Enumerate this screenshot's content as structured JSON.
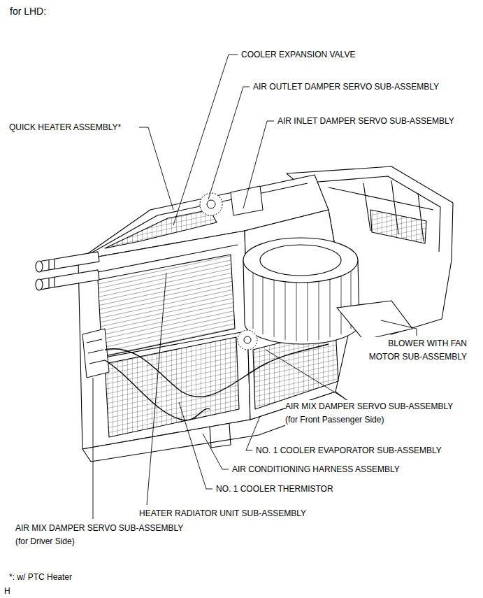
{
  "diagram": {
    "title": "for LHD:",
    "labels": [
      "COOLER EXPANSION VALVE",
      "AIR OUTLET DAMPER SERVO SUB-ASSEMBLY",
      "AIR INLET DAMPER SERVO SUB-ASSEMBLY",
      "QUICK HEATER ASSEMBLY*",
      "BLOWER WITH FAN MOTOR SUB-ASSEMBLY",
      "AIR MIX DAMPER SERVO SUB-ASSEMBLY (for Front Passenger Side)",
      "NO. 1 COOLER EVAPORATOR SUB-ASSEMBLY",
      "AIR CONDITIONING HARNESS ASSEMBLY",
      "NO. 1 COOLER THERMISTOR",
      "HEATER RADIATOR UNIT SUB-ASSEMBLY",
      "AIR MIX DAMPER SERVO SUB-ASSEMBLY (for Driver Side)",
      "*: w/ PTC Heater",
      "H"
    ]
  }
}
